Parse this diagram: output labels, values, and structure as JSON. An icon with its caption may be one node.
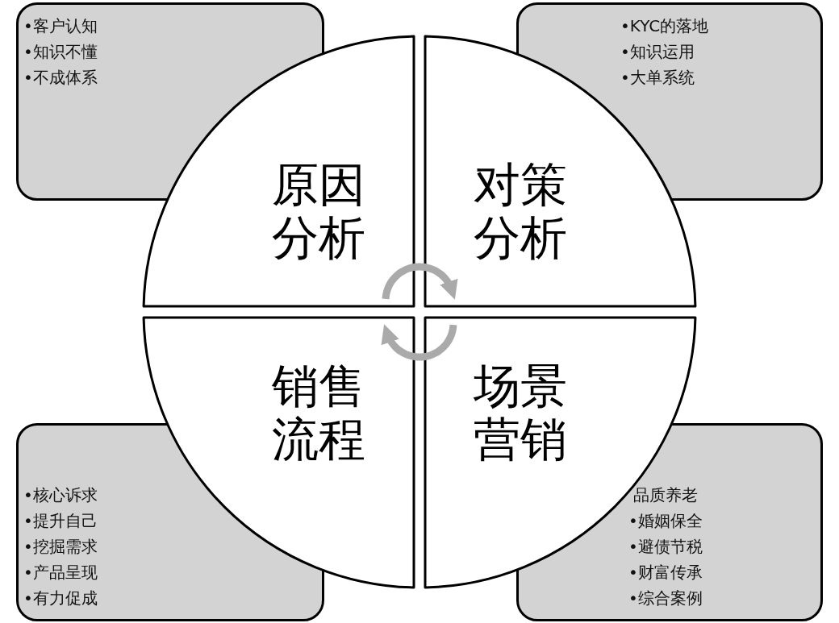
{
  "diagram": {
    "nodes": [
      {
        "text": [
          "•客户认知",
          "•知识不懂",
          "•不成体系"
        ]
      },
      {
        "text": [
          "•KYC的落地",
          "•知识运用",
          "•大单系统"
        ]
      },
      {
        "text": [
          "•核心诉求",
          "•提升自己",
          "•挖掘需求",
          "•产品呈现",
          "•有力促成"
        ]
      },
      {
        "text": [
          "品质养老",
          "•婚姻保全",
          "•避债节税",
          "•财富传承",
          "•综合案例"
        ]
      },
      {
        "text": [
          "原因分析"
        ]
      },
      {
        "text": [
          "对策分析"
        ]
      },
      {
        "text": [
          "销售流程"
        ]
      },
      {
        "text": [
          "场景营销"
        ]
      }
    ],
    "edges": [
      {
        "from": 4,
        "to": 5,
        "arrow": "to"
      },
      {
        "from": 7,
        "to": 6,
        "arrow": "to"
      }
    ]
  }
}
